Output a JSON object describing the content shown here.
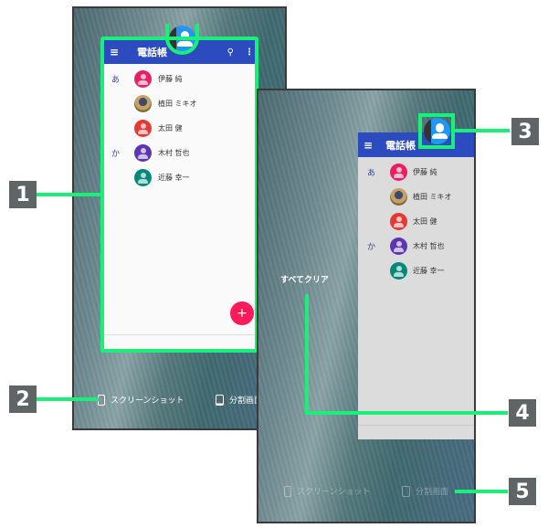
{
  "app_title": "電話帳",
  "contacts": [
    {
      "index": "あ",
      "name": "伊藤 純",
      "color": "#e91e63"
    },
    {
      "index": "",
      "name": "植田 ミキオ",
      "color": "photo"
    },
    {
      "index": "",
      "name": "太田 健",
      "color": "#e53935"
    },
    {
      "index": "か",
      "name": "木村 哲也",
      "color": "#5e35b1"
    },
    {
      "index": "",
      "name": "近藤 幸一",
      "color": "#00897b"
    }
  ],
  "fab_label": "+",
  "clear_all": "すべてクリア",
  "screenshot_label": "スクリーンショット",
  "split_label": "分割画面",
  "callouts": [
    "1",
    "2",
    "3",
    "4",
    "5"
  ],
  "accent": "#18f07a"
}
